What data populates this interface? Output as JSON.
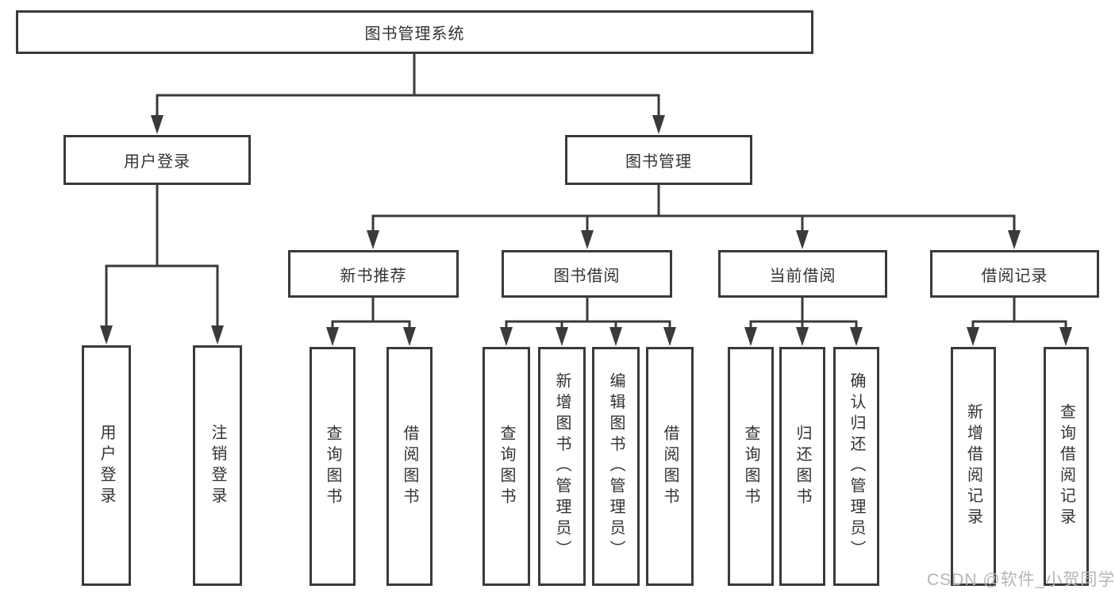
{
  "diagram": {
    "root_label": "图书管理系统",
    "level2": {
      "user_login": "用户登录",
      "book_mgmt": "图书管理"
    },
    "level3": {
      "new_books": "新书推荐",
      "book_borrow": "图书借阅",
      "current_borrow": "当前借阅",
      "borrow_records": "借阅记录"
    },
    "leaves": {
      "user_login": [
        "用户登录",
        "注销登录"
      ],
      "new_books": [
        "查询图书",
        "借阅图书"
      ],
      "book_borrow": [
        "查询图书",
        "新增图书（管理员）",
        "编辑图书（管理员）",
        "借阅图书"
      ],
      "current_borrow": [
        "查询图书",
        "归还图书",
        "确认归还（管理员）"
      ],
      "borrow_records": [
        "新增借阅记录",
        "查询借阅记录"
      ]
    }
  },
  "watermark": "CSDN @软件_小贺同学",
  "colors": {
    "line": "#3a3a3a",
    "text": "#333333",
    "background": "#ffffff",
    "watermark": "#b5b5b5"
  }
}
